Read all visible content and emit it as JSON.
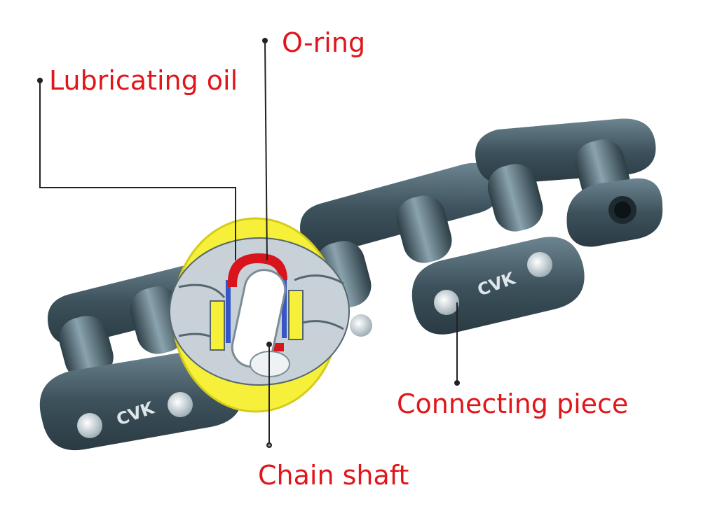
{
  "labels": {
    "lubricating_oil": "Lubricating oil",
    "o_ring": "O-ring",
    "connecting_piece": "Connecting piece",
    "chain_shaft": "Chain shaft"
  },
  "brand_marks": [
    "CVK",
    "CVK"
  ],
  "colors": {
    "label_text": "#e0161b",
    "chain_steel": "#3f5560",
    "highlight_yellow": "#f6f03a",
    "o_ring": "#d8141c",
    "oil_layer": "#3555c8"
  }
}
